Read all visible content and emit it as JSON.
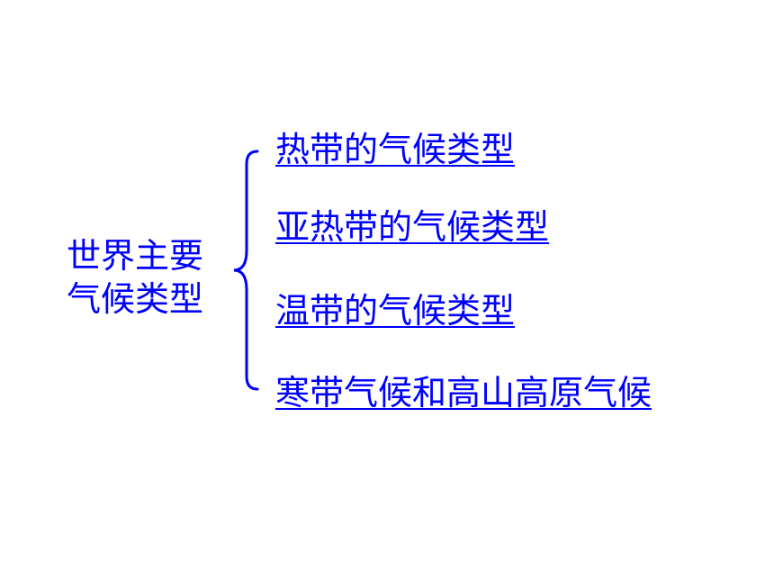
{
  "root": {
    "line1": "世界主要",
    "line2": "气候类型"
  },
  "branches": [
    {
      "label": "热带的气候类型"
    },
    {
      "label": "亚热带的气候类型"
    },
    {
      "label": "温带的气候类型"
    },
    {
      "label": "寒带气候和高山高原气候"
    }
  ],
  "colors": {
    "text": "#0000ff",
    "brace": "#0000ff",
    "background": "#ffffff"
  }
}
